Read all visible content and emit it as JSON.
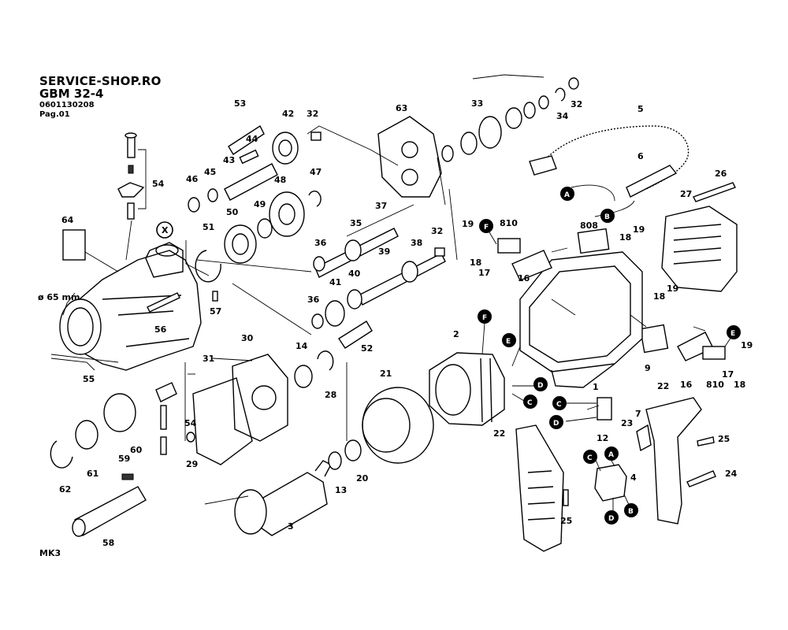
{
  "header": {
    "shop": "SERVICE-SHOP.RO",
    "model": "GBM 32-4",
    "part_no": "0601130208",
    "page": "Pag.01"
  },
  "labels": [
    {
      "id": "53",
      "text": "53"
    },
    {
      "id": "42",
      "text": "42"
    },
    {
      "id": "32a",
      "text": "32"
    },
    {
      "id": "44",
      "text": "44"
    },
    {
      "id": "43",
      "text": "43"
    },
    {
      "id": "45",
      "text": "45"
    },
    {
      "id": "46",
      "text": "46"
    },
    {
      "id": "47",
      "text": "47"
    },
    {
      "id": "48",
      "text": "48"
    },
    {
      "id": "50",
      "text": "50"
    },
    {
      "id": "49",
      "text": "49"
    },
    {
      "id": "54a",
      "text": "54"
    },
    {
      "id": "64",
      "text": "64"
    },
    {
      "id": "51",
      "text": "51"
    },
    {
      "id": "35",
      "text": "35"
    },
    {
      "id": "37",
      "text": "37"
    },
    {
      "id": "36a",
      "text": "36"
    },
    {
      "id": "38",
      "text": "38"
    },
    {
      "id": "32b",
      "text": "32"
    },
    {
      "id": "39",
      "text": "39"
    },
    {
      "id": "41",
      "text": "41"
    },
    {
      "id": "40",
      "text": "40"
    },
    {
      "id": "36b",
      "text": "36"
    },
    {
      "id": "52",
      "text": "52"
    },
    {
      "id": "57",
      "text": "57"
    },
    {
      "id": "56",
      "text": "56"
    },
    {
      "id": "55",
      "text": "55"
    },
    {
      "id": "63",
      "text": "63"
    },
    {
      "id": "33",
      "text": "33"
    },
    {
      "id": "34",
      "text": "34"
    },
    {
      "id": "32c",
      "text": "32"
    },
    {
      "id": "5",
      "text": "5"
    },
    {
      "id": "6",
      "text": "6"
    },
    {
      "id": "26",
      "text": "26"
    },
    {
      "id": "27",
      "text": "27"
    },
    {
      "id": "808",
      "text": "808"
    },
    {
      "id": "19a",
      "text": "19"
    },
    {
      "id": "810a",
      "text": "810"
    },
    {
      "id": "18a",
      "text": "18"
    },
    {
      "id": "17a",
      "text": "17"
    },
    {
      "id": "16a",
      "text": "16"
    },
    {
      "id": "18b",
      "text": "18"
    },
    {
      "id": "19b",
      "text": "19"
    },
    {
      "id": "18c",
      "text": "18"
    },
    {
      "id": "19c",
      "text": "19"
    },
    {
      "id": "1",
      "text": "1"
    },
    {
      "id": "9",
      "text": "9"
    },
    {
      "id": "16b",
      "text": "16"
    },
    {
      "id": "810b",
      "text": "810"
    },
    {
      "id": "17b",
      "text": "17"
    },
    {
      "id": "18d",
      "text": "18"
    },
    {
      "id": "19d",
      "text": "19"
    },
    {
      "id": "2",
      "text": "2"
    },
    {
      "id": "21",
      "text": "21"
    },
    {
      "id": "14",
      "text": "14"
    },
    {
      "id": "28",
      "text": "28"
    },
    {
      "id": "30",
      "text": "30"
    },
    {
      "id": "31",
      "text": "31"
    },
    {
      "id": "54b",
      "text": "54"
    },
    {
      "id": "29",
      "text": "29"
    },
    {
      "id": "60",
      "text": "60"
    },
    {
      "id": "61",
      "text": "61"
    },
    {
      "id": "62",
      "text": "62"
    },
    {
      "id": "59",
      "text": "59"
    },
    {
      "id": "58",
      "text": "58"
    },
    {
      "id": "13",
      "text": "13"
    },
    {
      "id": "20",
      "text": "20"
    },
    {
      "id": "3",
      "text": "3"
    },
    {
      "id": "12",
      "text": "12"
    },
    {
      "id": "22a",
      "text": "22"
    },
    {
      "id": "22b",
      "text": "22"
    },
    {
      "id": "23",
      "text": "23"
    },
    {
      "id": "7",
      "text": "7"
    },
    {
      "id": "25a",
      "text": "25"
    },
    {
      "id": "4",
      "text": "4"
    },
    {
      "id": "25b",
      "text": "25"
    },
    {
      "id": "24",
      "text": "24"
    },
    {
      "id": "mk3",
      "text": "MK3"
    },
    {
      "id": "d65",
      "text": "ø 65 mm"
    }
  ],
  "callouts": {
    "x": "X",
    "A": "A",
    "B": "B",
    "C": "C",
    "D": "D",
    "E": "E",
    "F": "F"
  }
}
